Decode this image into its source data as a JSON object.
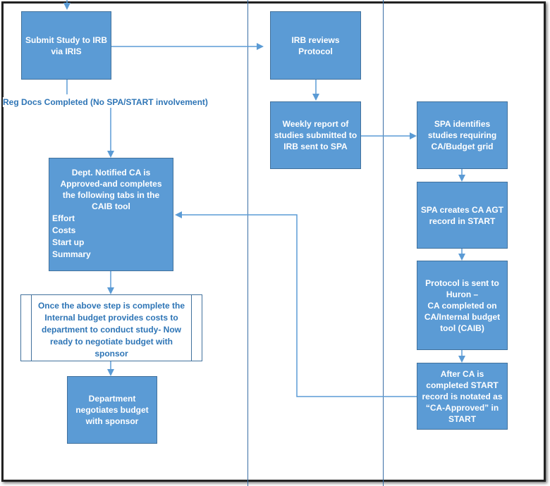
{
  "flowchart": {
    "nodes": {
      "submit_study": {
        "line1": "Submit Study to IRB",
        "line2": "via IRIS"
      },
      "irb_reviews": {
        "line1": "IRB reviews Protocol"
      },
      "weekly_report": {
        "line1": "Weekly report of",
        "line2": "studies submitted to",
        "line3": "IRB sent to SPA"
      },
      "spa_identifies": {
        "line1": "SPA identifies",
        "line2": "studies requiring",
        "line3": "CA/Budget grid"
      },
      "spa_creates": {
        "line1": "SPA creates CA AGT",
        "line2": "record in START"
      },
      "protocol_sent": {
        "line1": "Protocol  is sent  to",
        "line2": "Huron –",
        "line3": "CA completed on",
        "line4": "CA/Internal budget",
        "line5": "tool (CAIB)"
      },
      "after_ca": {
        "line1": "After  CA is",
        "line2": "completed  START",
        "line3": "record is notated as",
        "line4": "“CA-Approved” in",
        "line5": "START"
      },
      "dept_notified": {
        "line1": "Dept. Notified  CA is",
        "line2": "Approved-and  completes",
        "line3": "the following tabs in the",
        "line4": "CAIB tool",
        "tabs": [
          "Effort",
          "Costs",
          "Start up",
          "Summary"
        ]
      },
      "internal_budget": {
        "line1": "Once the above step is complete the",
        "line2": "Internal budget provides costs to",
        "line3": "department to conduct study- Now",
        "line4": "ready to negotiate budget with",
        "line5": "sponsor"
      },
      "dept_negotiates": {
        "line1": "Department",
        "line2": "negotiates budget",
        "line3": "with sponsor"
      }
    },
    "edge_labels": {
      "reg_docs": "Reg Docs Completed (No SPA/START involvement)"
    },
    "colors": {
      "box_fill": "#5b9bd5",
      "box_border": "#41719c",
      "connector": "#5b9bd5",
      "label_text": "#2e75b6"
    }
  }
}
